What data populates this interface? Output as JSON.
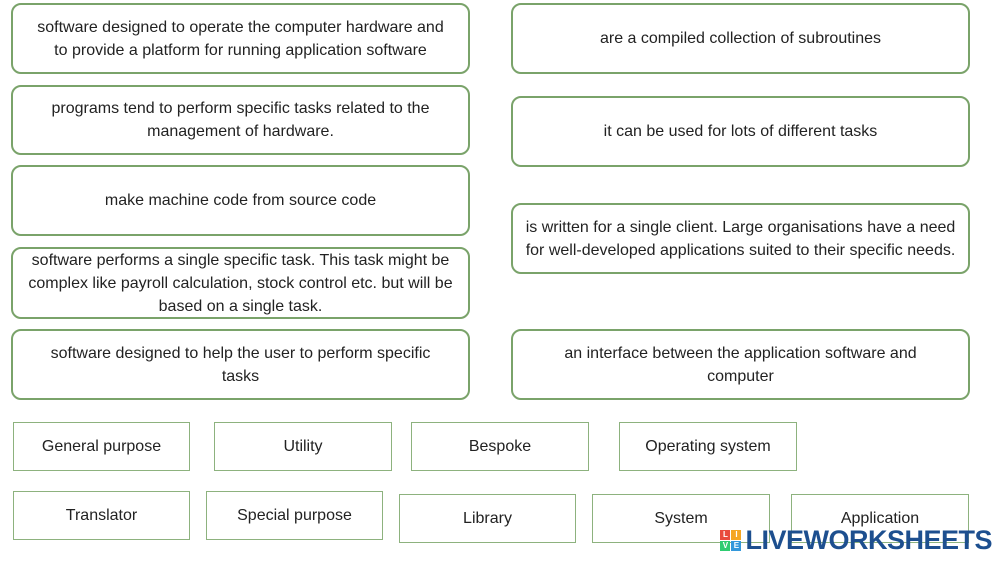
{
  "definitions_left": [
    "software designed to operate the computer hardware and to provide a platform for running application software",
    "programs tend to perform specific tasks related to the management of hardware.",
    "make machine code from source code",
    "software performs a single specific task. This task might be complex like payroll calculation, stock control etc. but will be based on a single task.",
    "software designed to help the user to perform specific tasks"
  ],
  "definitions_right": [
    "are a compiled collection of subroutines",
    "it can be used for lots of different tasks",
    "is written for a single client. Large organisations have a need for well-developed applications suited to their specific needs.",
    "an interface between the application software and computer"
  ],
  "answer_chips_row1": [
    "General purpose",
    "Utility",
    "Bespoke",
    "Operating system"
  ],
  "answer_chips_row2": [
    "Translator",
    "Special purpose",
    "Library",
    "System",
    "Application"
  ],
  "brand": {
    "text": "LIVEWORKSHEETS",
    "icon_letters": [
      "L",
      "I",
      "V",
      "E"
    ]
  },
  "colors": {
    "card_border": "#7aa36a",
    "chip_border": "#8db27e",
    "brand": "#1d4f8f"
  }
}
